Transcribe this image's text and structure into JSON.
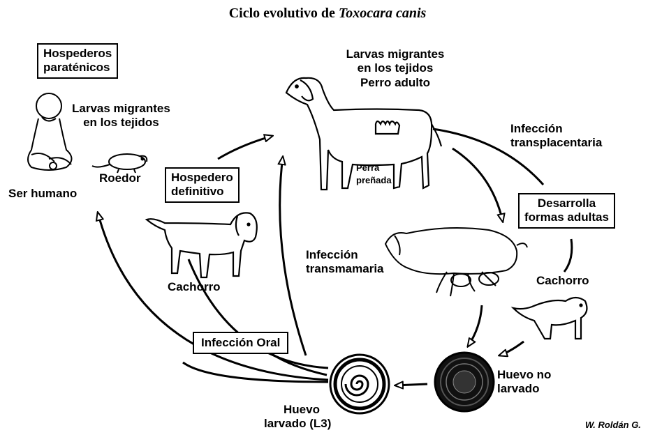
{
  "title": {
    "prefix": "Ciclo evolutivo de ",
    "species": "Toxocara canis"
  },
  "boxes": {
    "paratenic_hosts": [
      "Hospederos",
      "paraténicos"
    ],
    "definitive_host": [
      "Hospedero",
      "definitivo"
    ],
    "develops_adults": [
      "Desarrolla",
      "formas adultas"
    ],
    "oral_infection": "Infección Oral"
  },
  "labels": {
    "larvae_migrating_human": [
      "Larvas migrantes",
      "en los tejidos"
    ],
    "human": "Ser humano",
    "rodent": "Roedor",
    "larvae_migrating_dog": [
      "Larvas migrantes",
      "en los tejidos",
      "Perro adulto"
    ],
    "pregnant_dog": [
      "Perra",
      "preñada"
    ],
    "transplacental": [
      "Infección",
      "transplacentaria"
    ],
    "transmammary": [
      "Infección",
      "transmamaria"
    ],
    "puppy_left": "Cachorro",
    "puppy_right": "Cachorro",
    "egg_unlarvated": [
      "Huevo no",
      "larvado"
    ],
    "egg_larvated": [
      "Huevo",
      "larvado (L3)"
    ]
  },
  "credit": "W. Roldán G."
}
